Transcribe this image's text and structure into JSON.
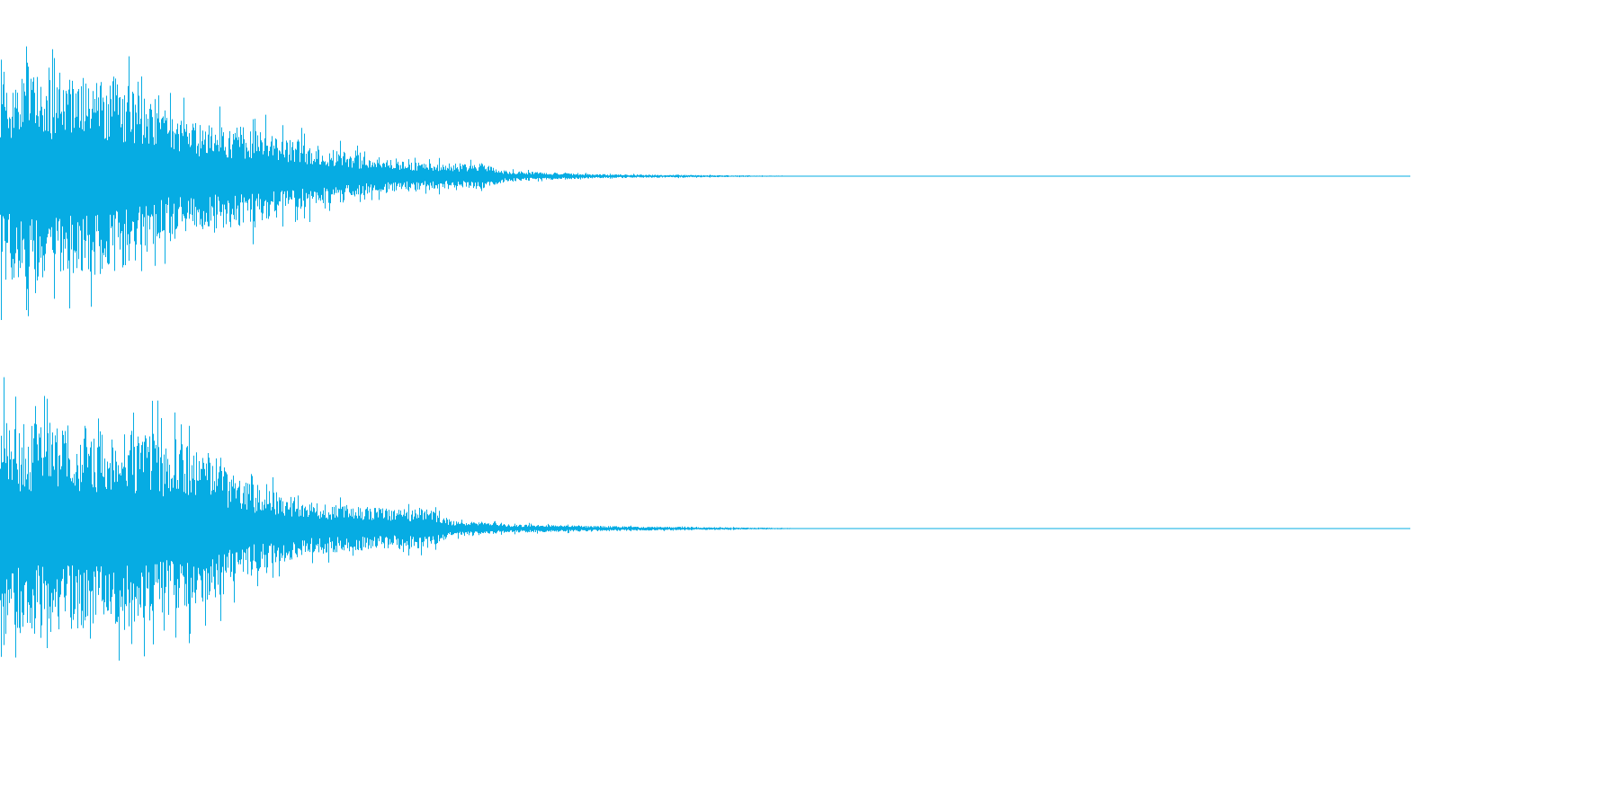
{
  "waveform": {
    "color": "#06ace3",
    "background": "#ffffff",
    "channels": [
      {
        "name": "",
        "peak_amplitude": 1.0,
        "envelope": [
          {
            "t": 0.0,
            "a": 1.0
          },
          {
            "t": 0.08,
            "a": 0.95
          },
          {
            "t": 0.12,
            "a": 0.55
          },
          {
            "t": 0.18,
            "a": 0.45
          },
          {
            "t": 0.22,
            "a": 0.3
          },
          {
            "t": 0.26,
            "a": 0.18
          },
          {
            "t": 0.3,
            "a": 0.12
          },
          {
            "t": 0.34,
            "a": 0.12
          },
          {
            "t": 0.36,
            "a": 0.05
          },
          {
            "t": 0.42,
            "a": 0.02
          },
          {
            "t": 0.5,
            "a": 0.01
          },
          {
            "t": 0.6,
            "a": 0.0
          }
        ]
      },
      {
        "name": "",
        "peak_amplitude": 1.0,
        "envelope": [
          {
            "t": 0.0,
            "a": 1.0
          },
          {
            "t": 0.09,
            "a": 0.95
          },
          {
            "t": 0.15,
            "a": 0.7
          },
          {
            "t": 0.17,
            "a": 0.45
          },
          {
            "t": 0.22,
            "a": 0.25
          },
          {
            "t": 0.28,
            "a": 0.18
          },
          {
            "t": 0.3,
            "a": 0.2
          },
          {
            "t": 0.32,
            "a": 0.08
          },
          {
            "t": 0.36,
            "a": 0.04
          },
          {
            "t": 0.45,
            "a": 0.02
          },
          {
            "t": 0.6,
            "a": 0.0
          }
        ]
      }
    ]
  }
}
